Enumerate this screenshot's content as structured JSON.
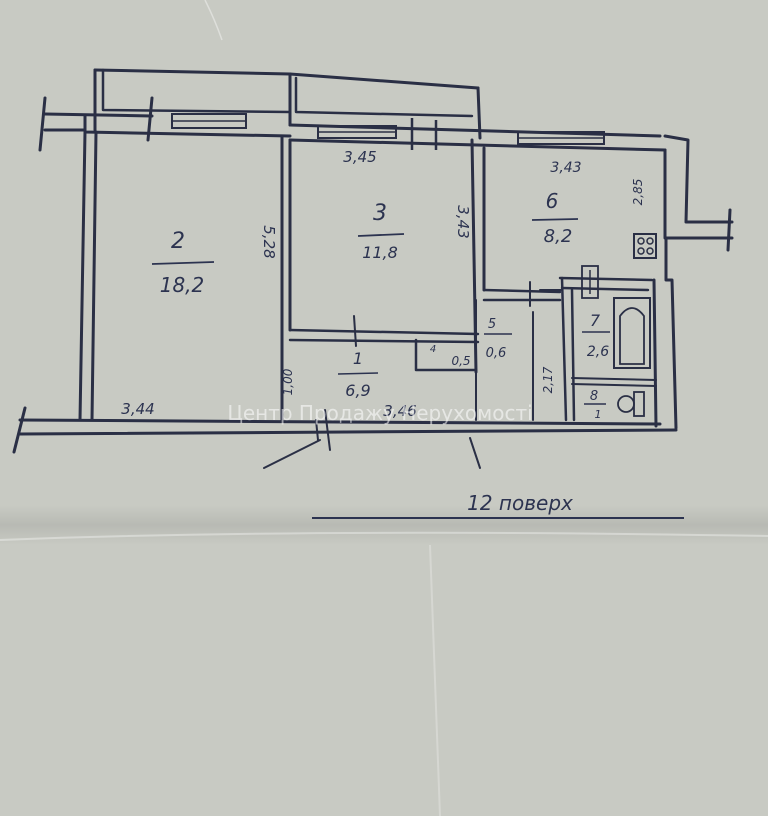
{
  "floor_label": "12 поверх",
  "watermark": "Центр Продажу Нерухомості",
  "rooms": [
    {
      "number": "2",
      "area": "18,2"
    },
    {
      "number": "3",
      "area": "11,8"
    },
    {
      "number": "6",
      "area": "8,2"
    },
    {
      "number": "1",
      "area": "6,9"
    },
    {
      "number": "5",
      "area": "0,6"
    },
    {
      "number": "4",
      "area": "0,5"
    },
    {
      "number": "7",
      "area": "2,6"
    },
    {
      "number": "8",
      "area": "1"
    }
  ],
  "dimensions": {
    "room3_width": "3,45",
    "room6_width": "3,43",
    "room3_depth": "3,43",
    "room2_depth": "5,28",
    "room6_depth": "2,85",
    "room2_bottom": "3,44",
    "hall_bottom": "3,46",
    "hall_depth": "1,00",
    "bath_depth": "2,17"
  },
  "colors": {
    "paper": "#c9cbc4",
    "ink": "#2c3350"
  }
}
